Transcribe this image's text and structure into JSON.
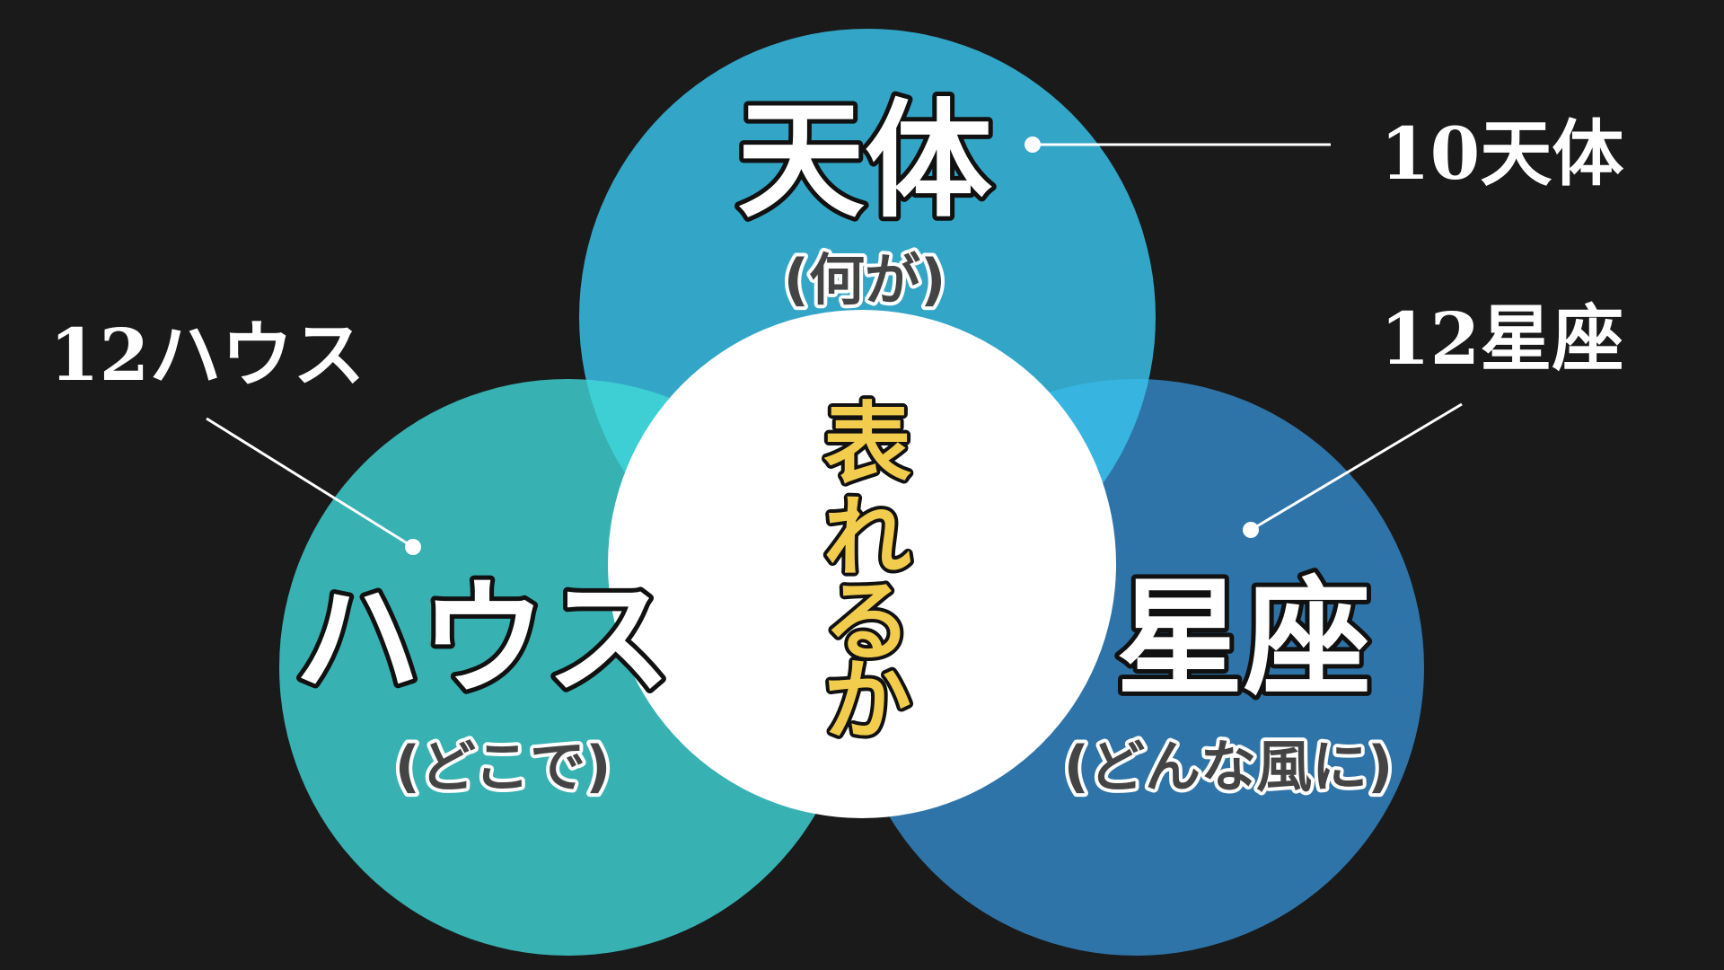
{
  "top": {
    "title": "天体",
    "subtitle": "(何が)",
    "outer": "10天体",
    "color": "#33a6c8"
  },
  "left": {
    "title": "ハウス",
    "subtitle": "(どこで)",
    "outer": "12ハウス",
    "color": "#37b1b2"
  },
  "right": {
    "title": "星座",
    "subtitle": "(どんな風に)",
    "outer": "12星座",
    "color": "#2f74a8"
  },
  "center": {
    "chars": [
      "表",
      "れ",
      "る",
      "か"
    ],
    "color": "#ffffff",
    "text_color": "#f2cc4c"
  },
  "overlap_colors": {
    "top_left": "#3dcfd4",
    "top_right": "#37b4df"
  },
  "background": "#1a1a1a"
}
